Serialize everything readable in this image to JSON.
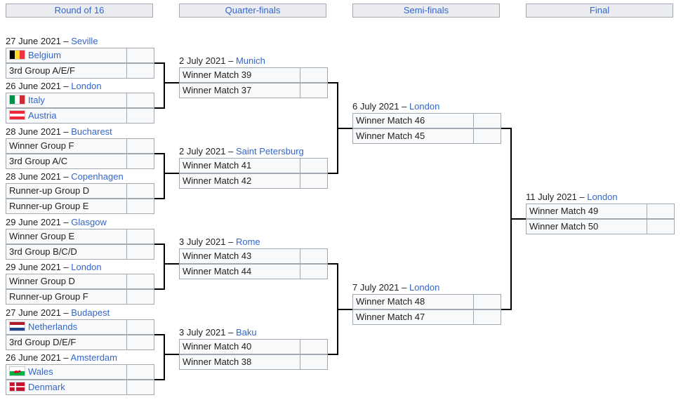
{
  "rounds": [
    "Round of 16",
    "Quarter-finals",
    "Semi-finals",
    "Final"
  ],
  "r16": [
    {
      "date": "27 June 2021 – ",
      "city": "Seville",
      "teams": [
        {
          "name": "Belgium",
          "flag": "belgium-flag-icon"
        },
        {
          "name": "3rd Group A/E/F"
        }
      ]
    },
    {
      "date": "26 June 2021 – ",
      "city": "London",
      "teams": [
        {
          "name": "Italy",
          "flag": "italy-flag-icon"
        },
        {
          "name": "Austria",
          "flag": "austria-flag-icon"
        }
      ]
    },
    {
      "date": "28 June 2021 – ",
      "city": "Bucharest",
      "teams": [
        {
          "name": "Winner Group F"
        },
        {
          "name": "3rd Group A/C"
        }
      ]
    },
    {
      "date": "28 June 2021 – ",
      "city": "Copenhagen",
      "teams": [
        {
          "name": "Runner-up Group D"
        },
        {
          "name": "Runner-up Group E"
        }
      ]
    },
    {
      "date": "29 June 2021 – ",
      "city": "Glasgow",
      "teams": [
        {
          "name": "Winner Group E"
        },
        {
          "name": "3rd Group B/C/D"
        }
      ]
    },
    {
      "date": "29 June 2021 – ",
      "city": "London",
      "teams": [
        {
          "name": "Winner Group D"
        },
        {
          "name": "Runner-up Group F"
        }
      ]
    },
    {
      "date": "27 June 2021 – ",
      "city": "Budapest",
      "teams": [
        {
          "name": "Netherlands",
          "flag": "netherlands-flag-icon"
        },
        {
          "name": "3rd Group D/E/F"
        }
      ]
    },
    {
      "date": "26 June 2021 – ",
      "city": "Amsterdam",
      "teams": [
        {
          "name": "Wales",
          "flag": "wales-flag-icon"
        },
        {
          "name": "Denmark",
          "flag": "denmark-flag-icon"
        }
      ]
    }
  ],
  "qf": [
    {
      "date": "2 July 2021 – ",
      "city": "Munich",
      "teams": [
        {
          "name": "Winner Match 39"
        },
        {
          "name": "Winner Match 37"
        }
      ]
    },
    {
      "date": "2 July 2021 – ",
      "city": "Saint Petersburg",
      "teams": [
        {
          "name": "Winner Match 41"
        },
        {
          "name": "Winner Match 42"
        }
      ]
    },
    {
      "date": "3 July 2021 – ",
      "city": "Rome",
      "teams": [
        {
          "name": "Winner Match 43"
        },
        {
          "name": "Winner Match 44"
        }
      ]
    },
    {
      "date": "3 July 2021 – ",
      "city": "Baku",
      "teams": [
        {
          "name": "Winner Match 40"
        },
        {
          "name": "Winner Match 38"
        }
      ]
    }
  ],
  "sf": [
    {
      "date": "6 July 2021 – ",
      "city": "London",
      "teams": [
        {
          "name": "Winner Match 46"
        },
        {
          "name": "Winner Match 45"
        }
      ]
    },
    {
      "date": "7 July 2021 – ",
      "city": "London",
      "teams": [
        {
          "name": "Winner Match 48"
        },
        {
          "name": "Winner Match 47"
        }
      ]
    }
  ],
  "final": [
    {
      "date": "11 July 2021 – ",
      "city": "London",
      "teams": [
        {
          "name": "Winner Match 49"
        },
        {
          "name": "Winner Match 50"
        }
      ]
    }
  ],
  "colors": {
    "link": "#3366cc",
    "cell": "#f8f9fa",
    "header": "#eaecf0",
    "border": "#a2a9b1"
  }
}
